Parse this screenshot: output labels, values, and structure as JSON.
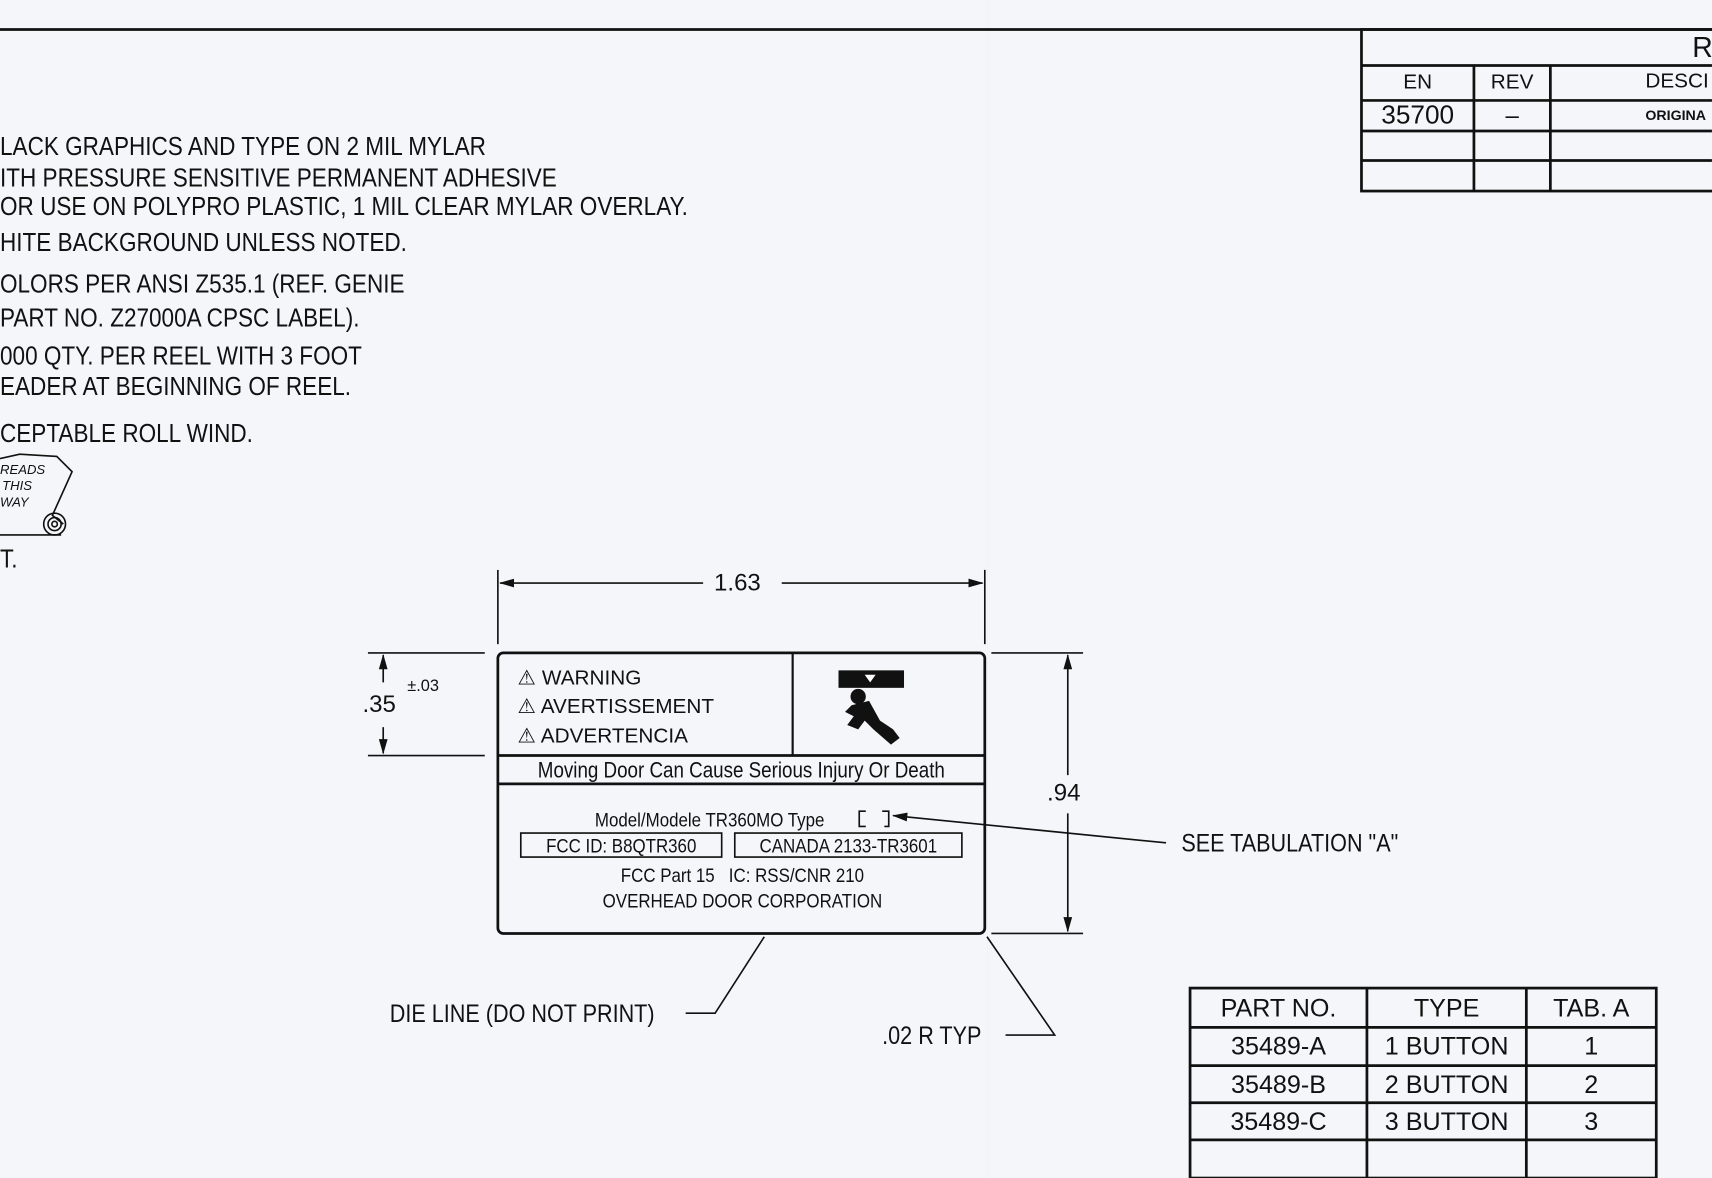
{
  "notes": [
    "LACK GRAPHICS AND TYPE ON 2 MIL MYLAR",
    "ITH PRESSURE SENSITIVE PERMANENT ADHESIVE",
    "OR USE ON POLYPRO PLASTIC, 1 MIL CLEAR MYLAR OVERLAY.",
    "HITE BACKGROUND UNLESS NOTED.",
    "OLORS PER ANSI Z535.1 (REF. GENIE",
    "PART NO. Z27000A CPSC LABEL).",
    "000 QTY. PER REEL WITH 3 FOOT",
    "EADER AT BEGINNING OF REEL.",
    "CEPTABLE ROLL WIND.",
    "T."
  ],
  "roll_icon": {
    "text": [
      "READS",
      "THIS",
      "WAY"
    ]
  },
  "revision_table": {
    "title": "R",
    "headers": [
      "EN",
      "REV",
      "DESCI"
    ],
    "rows": [
      [
        "35700",
        "–",
        "ORIGINA"
      ],
      [
        "",
        "",
        ""
      ],
      [
        "",
        "",
        ""
      ]
    ]
  },
  "dimensions": {
    "width": "1.63",
    "header_height": ".35",
    "header_tolerance": "±.03",
    "height": ".94"
  },
  "label": {
    "warnings": [
      "WARNING",
      "AVERTISSEMENT",
      "ADVERTENCIA"
    ],
    "hazard": "Moving Door Can Cause Serious Injury Or Death",
    "model_line": "Model/Modele TR360MO Type",
    "fcc_id": "FCC ID: B8QTR360",
    "canada": "CANADA 2133-TR3601",
    "compliance": "FCC Part 15   IC: RSS/CNR 210",
    "company": "OVERHEAD DOOR CORPORATION"
  },
  "callouts": {
    "tabulation": "SEE TABULATION \"A\"",
    "die_line": "DIE LINE (DO NOT PRINT)",
    "radius": ".02 R TYP"
  },
  "tabulation_table": {
    "headers": [
      "PART NO.",
      "TYPE",
      "TAB. A"
    ],
    "rows": [
      [
        "35489-A",
        "1 BUTTON",
        "1"
      ],
      [
        "35489-B",
        "2 BUTTON",
        "2"
      ],
      [
        "35489-C",
        "3 BUTTON",
        "3"
      ],
      [
        "",
        "",
        ""
      ]
    ]
  }
}
